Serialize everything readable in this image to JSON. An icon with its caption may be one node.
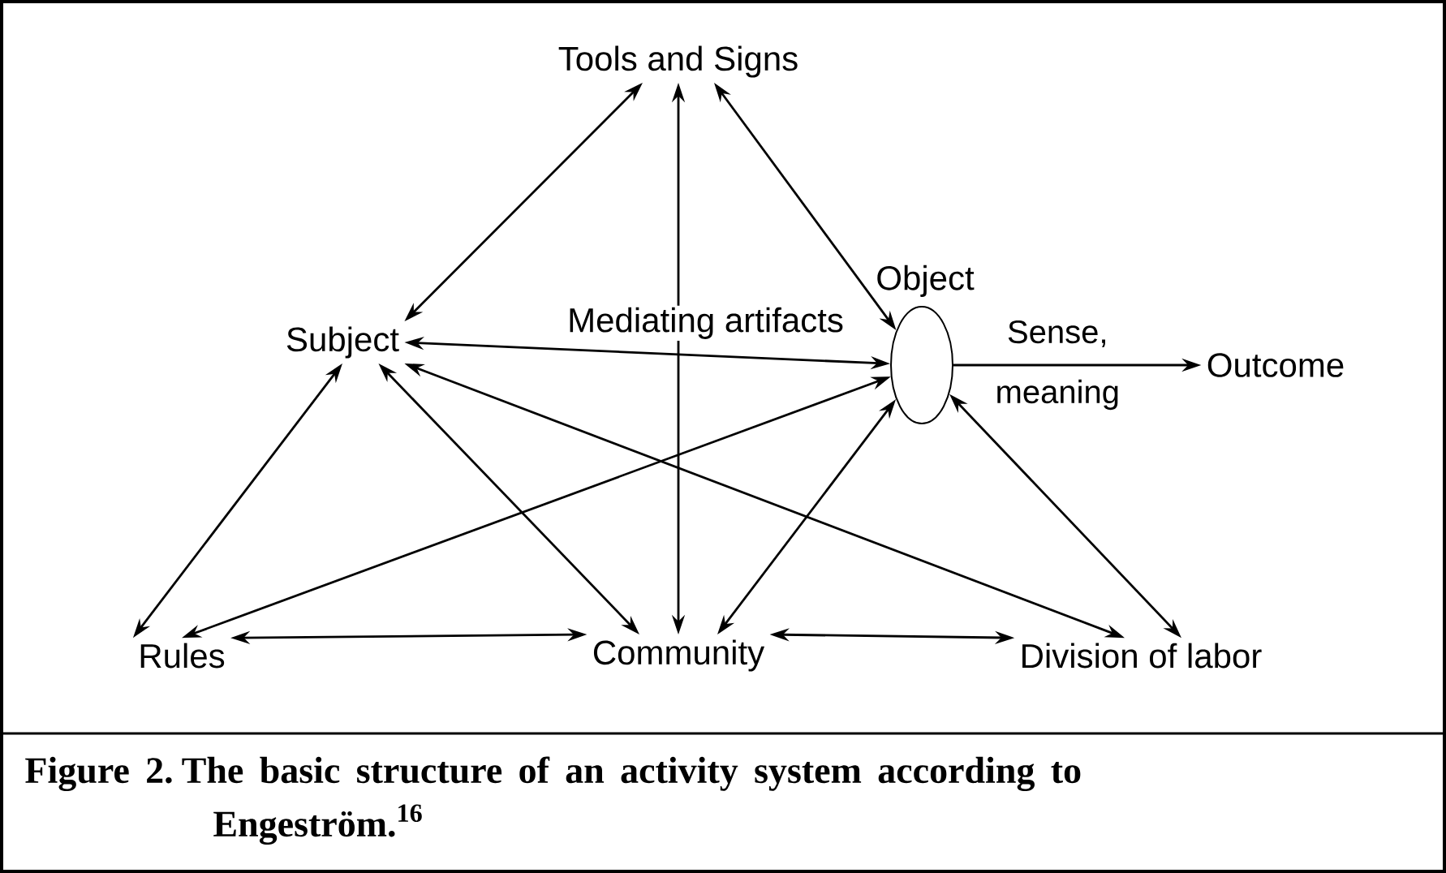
{
  "diagram": {
    "caption": "Figure 2. The basic structure of an activity system according to Engeström.$^{16}$",
    "nodes": [
      {
        "text": [
          "Tools and Signs"
        ]
      },
      {
        "text": [
          "Subject"
        ]
      },
      {
        "text": [
          "Object"
        ]
      },
      {
        "text": [
          "Outcome"
        ]
      },
      {
        "text": [
          "Rules"
        ]
      },
      {
        "text": [
          "Community"
        ]
      },
      {
        "text": [
          "Division of labor"
        ]
      }
    ],
    "edges": [
      {
        "from": 1,
        "to": 0,
        "arrow": "both"
      },
      {
        "from": 5,
        "to": 0,
        "arrow": "both"
      },
      {
        "from": 2,
        "to": 0,
        "arrow": "both"
      },
      {
        "from": 1,
        "to": 2,
        "arrow": "both",
        "label": "Mediating artifacts"
      },
      {
        "from": 2,
        "to": 3,
        "arrow": "to",
        "label": "Sense, meaning"
      },
      {
        "from": 1,
        "to": 4,
        "arrow": "both"
      },
      {
        "from": 1,
        "to": 5,
        "arrow": "both"
      },
      {
        "from": 1,
        "to": 6,
        "arrow": "both"
      },
      {
        "from": 2,
        "to": 4,
        "arrow": "both"
      },
      {
        "from": 2,
        "to": 5,
        "arrow": "both"
      },
      {
        "from": 2,
        "to": 6,
        "arrow": "both"
      },
      {
        "from": 4,
        "to": 5,
        "arrow": "both"
      },
      {
        "from": 5,
        "to": 6,
        "arrow": "both"
      }
    ]
  }
}
